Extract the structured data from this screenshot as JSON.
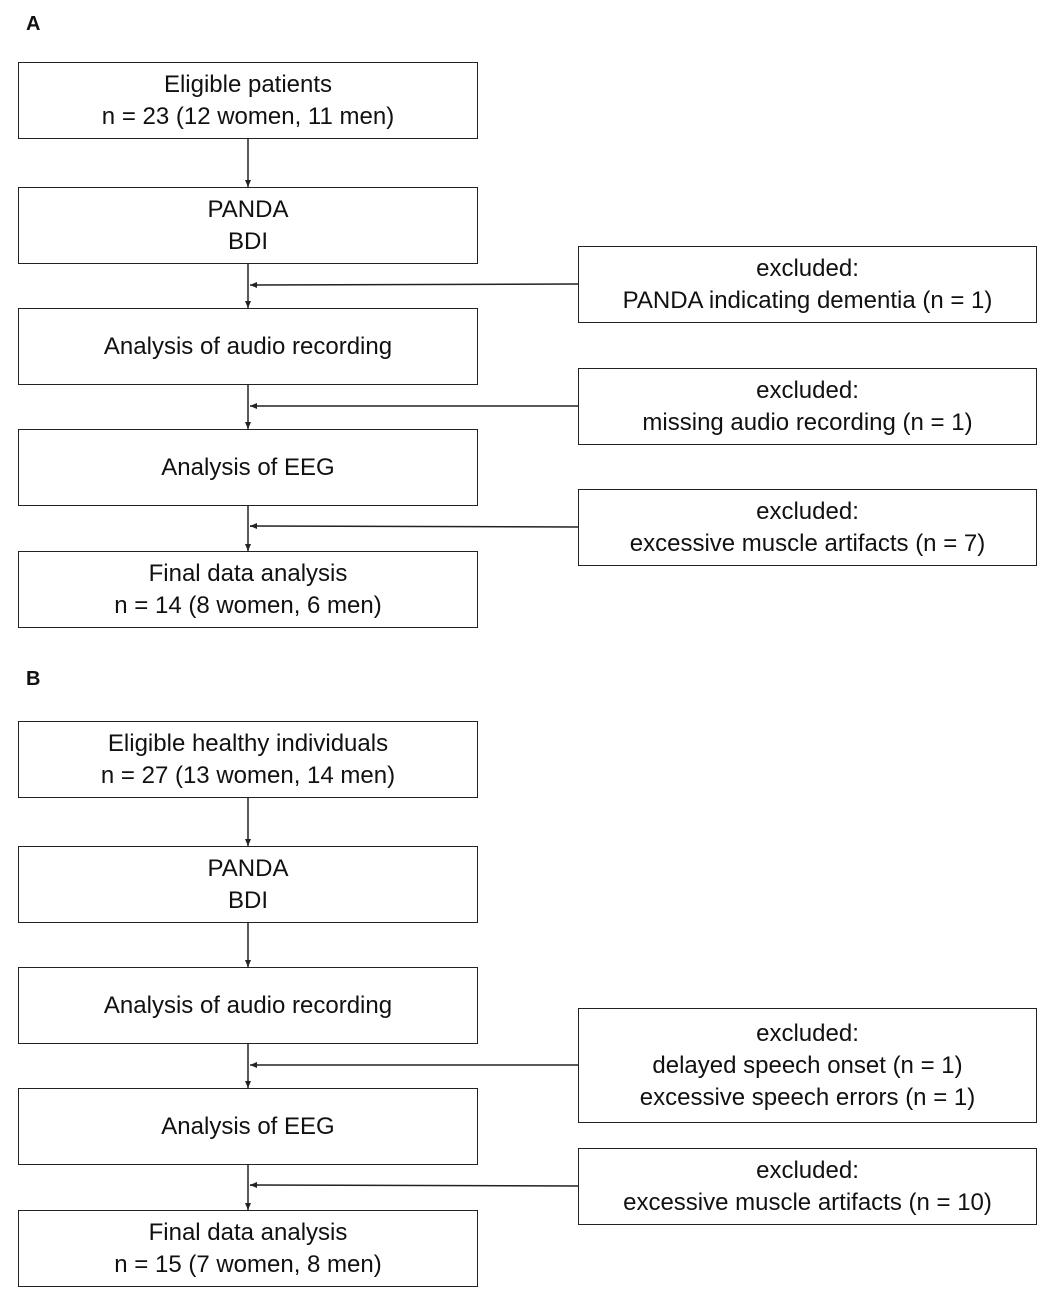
{
  "panel_a": {
    "label": "A",
    "eligible": {
      "line1": "Eligible patients",
      "line2": "n = 23 (12 women, 11 men)"
    },
    "screening": {
      "line1": "PANDA",
      "line2": "BDI"
    },
    "audio": {
      "line1": "Analysis of audio recording"
    },
    "eeg": {
      "line1": "Analysis of EEG"
    },
    "final": {
      "line1": "Final data analysis",
      "line2": "n = 14 (8 women, 6 men)"
    },
    "excluded_1": {
      "line1": "excluded:",
      "line2": "PANDA indicating dementia (n = 1)"
    },
    "excluded_2": {
      "line1": "excluded:",
      "line2": "missing audio recording (n = 1)"
    },
    "excluded_3": {
      "line1": "excluded:",
      "line2": "excessive muscle artifacts (n = 7)"
    }
  },
  "panel_b": {
    "label": "B",
    "eligible": {
      "line1": "Eligible healthy individuals",
      "line2": "n = 27 (13 women, 14 men)"
    },
    "screening": {
      "line1": "PANDA",
      "line2": "BDI"
    },
    "audio": {
      "line1": "Analysis of audio recording"
    },
    "eeg": {
      "line1": "Analysis of EEG"
    },
    "final": {
      "line1": "Final data analysis",
      "line2": "n = 15 (7 women, 8 men)"
    },
    "excluded_1": {
      "line1": "excluded:",
      "line2": "delayed speech onset (n = 1)",
      "line3": "excessive speech errors (n = 1)"
    },
    "excluded_2": {
      "line1": "excluded:",
      "line2": "excessive muscle artifacts (n = 10)"
    }
  }
}
